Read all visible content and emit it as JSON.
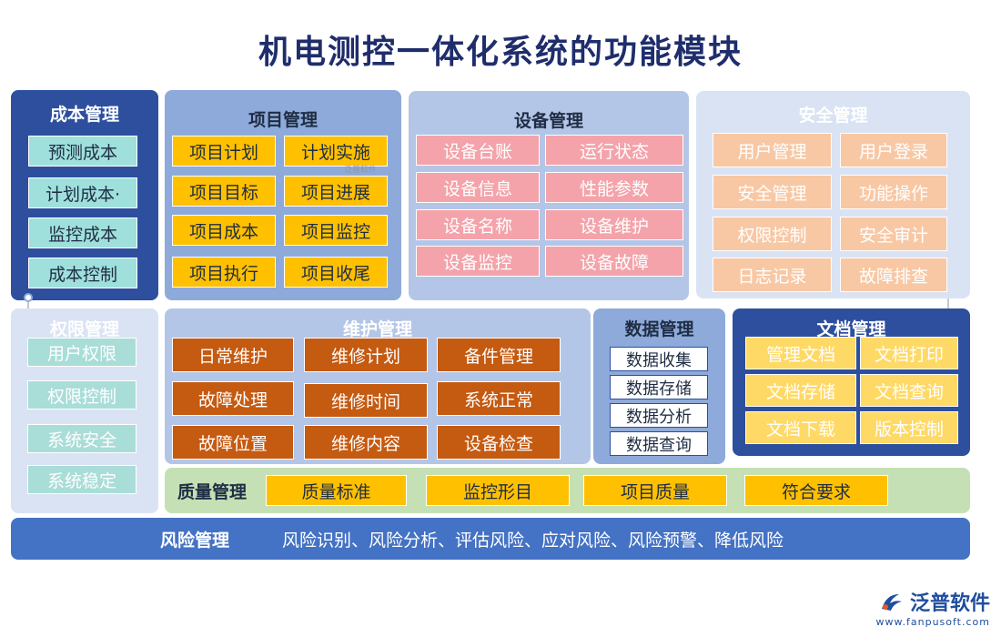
{
  "title": "机电测控一体化系统的功能模块",
  "cost": {
    "title": "成本管理",
    "items": [
      "预测成本",
      "计划成本·",
      "监控成本",
      "成本控制"
    ]
  },
  "project": {
    "title": "项目管理",
    "items": [
      "项目计划",
      "计划实施",
      "项目目标",
      "项目进展",
      "项目成本",
      "项目监控",
      "项目执行",
      "项目收尾"
    ]
  },
  "device": {
    "title": "设备管理",
    "items": [
      "设备台账",
      "运行状态",
      "设备信息",
      "性能参数",
      "设备名称",
      "设备维护",
      "设备监控",
      "设备故障"
    ]
  },
  "security": {
    "title": "安全管理",
    "items": [
      "用户管理",
      "用户登录",
      "安全管理",
      "功能操作",
      "权限控制",
      "安全审计",
      "日志记录",
      "故障排查"
    ]
  },
  "permission": {
    "title": "权限管理",
    "items": [
      "用户权限",
      "权限控制",
      "系统安全",
      "系统稳定"
    ]
  },
  "maintenance": {
    "title": "维护管理",
    "items": [
      "日常维护",
      "维修计划",
      "备件管理",
      "故障处理",
      "维修时间",
      "系统正常",
      "故障位置",
      "维修内容",
      "设备检查"
    ]
  },
  "data": {
    "title": "数据管理",
    "items": [
      "数据收集",
      "数据存储",
      "数据分析",
      "数据查询"
    ]
  },
  "document": {
    "title": "文档管理",
    "items": [
      "管理文档",
      "文档打印",
      "文档存储",
      "文档查询",
      "文档下载",
      "版本控制"
    ]
  },
  "quality": {
    "title": "质量管理",
    "items": [
      "质量标准",
      "监控形目",
      "项目质量",
      "符合要求"
    ]
  },
  "risk": {
    "title": "风险管理",
    "text": "风险识别、风险分析、评估风险、应对风险、风险预警、降低风险"
  },
  "logo": {
    "name": "泛普软件",
    "url": "www.fanpusoft.com"
  },
  "watermark": "泛普软件",
  "colors": {
    "dark_blue": "#2d4f9e",
    "gold": "#ffc000",
    "pink": "#f4a3aa",
    "orange": "#c55a11",
    "risk_blue": "#4472c4",
    "green": "#c5e0b4"
  }
}
